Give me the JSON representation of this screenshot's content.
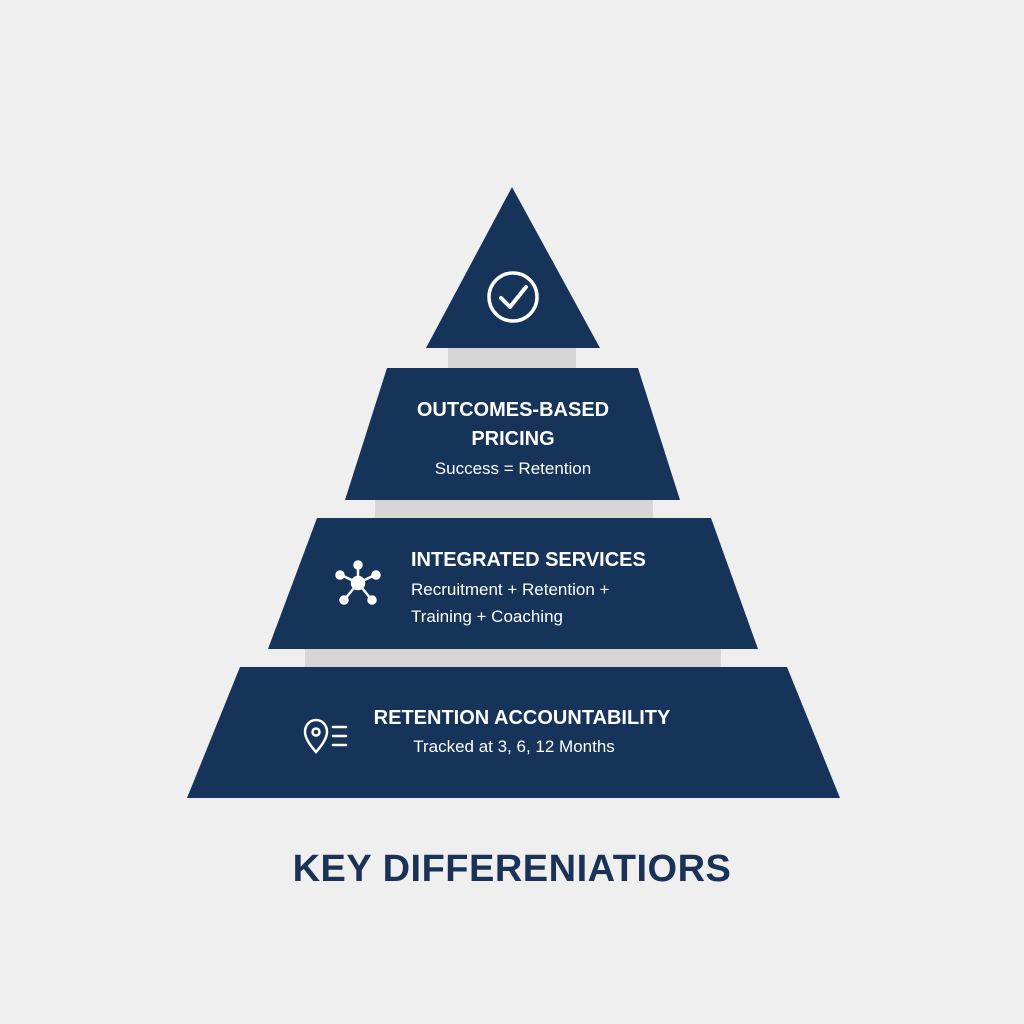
{
  "colors": {
    "background": "#efefef",
    "tier_fill": "#16335a",
    "gap_fill": "#d6d6d6",
    "text_light": "#ffffff",
    "title_text": "#1b3257"
  },
  "pyramid": {
    "top": {
      "icon": "check-circle-icon"
    },
    "tier2": {
      "title_line1": "OUTCOMES-BASED",
      "title_line2": "PRICING",
      "subtitle": "Success = Retention"
    },
    "tier3": {
      "icon": "network-hub-icon",
      "title": "INTEGRATED SERVICES",
      "subtitle_line1": "Recruitment + Retention +",
      "subtitle_line2": "Training + Coaching"
    },
    "tier4": {
      "icon": "location-list-icon",
      "title": "RETENTION ACCOUNTABILITY",
      "subtitle": "Tracked at 3, 6, 12 Months"
    }
  },
  "footer": {
    "title": "KEY DIFFERENIATIORS"
  }
}
